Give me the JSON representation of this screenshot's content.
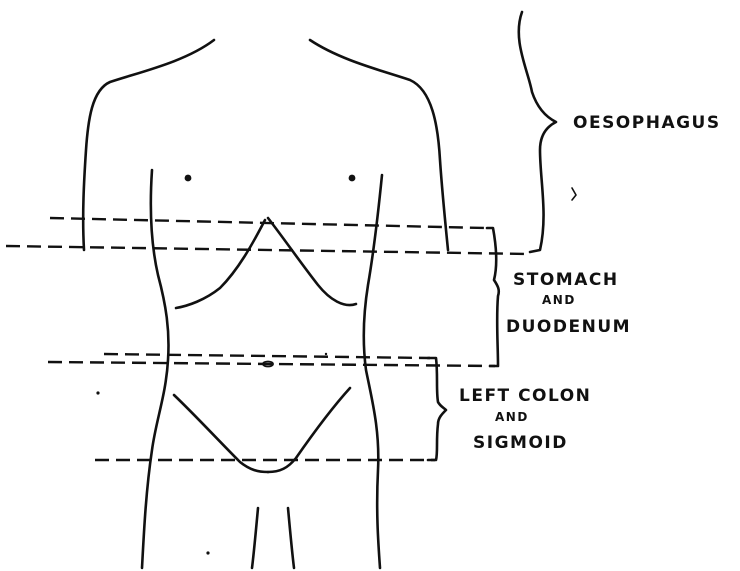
{
  "regions": [
    {
      "id": "oesophagus",
      "lines": [
        "OESOPHAGUS"
      ]
    },
    {
      "id": "stomach-duodenum",
      "lines": [
        "STOMACH",
        "AND",
        "DUODENUM"
      ]
    },
    {
      "id": "left-colon-sigmoid",
      "lines": [
        "LEFT COLON",
        "AND",
        "SIGMOID"
      ]
    }
  ],
  "colors": {
    "ink": "#111111",
    "paper": "#ffffff"
  }
}
